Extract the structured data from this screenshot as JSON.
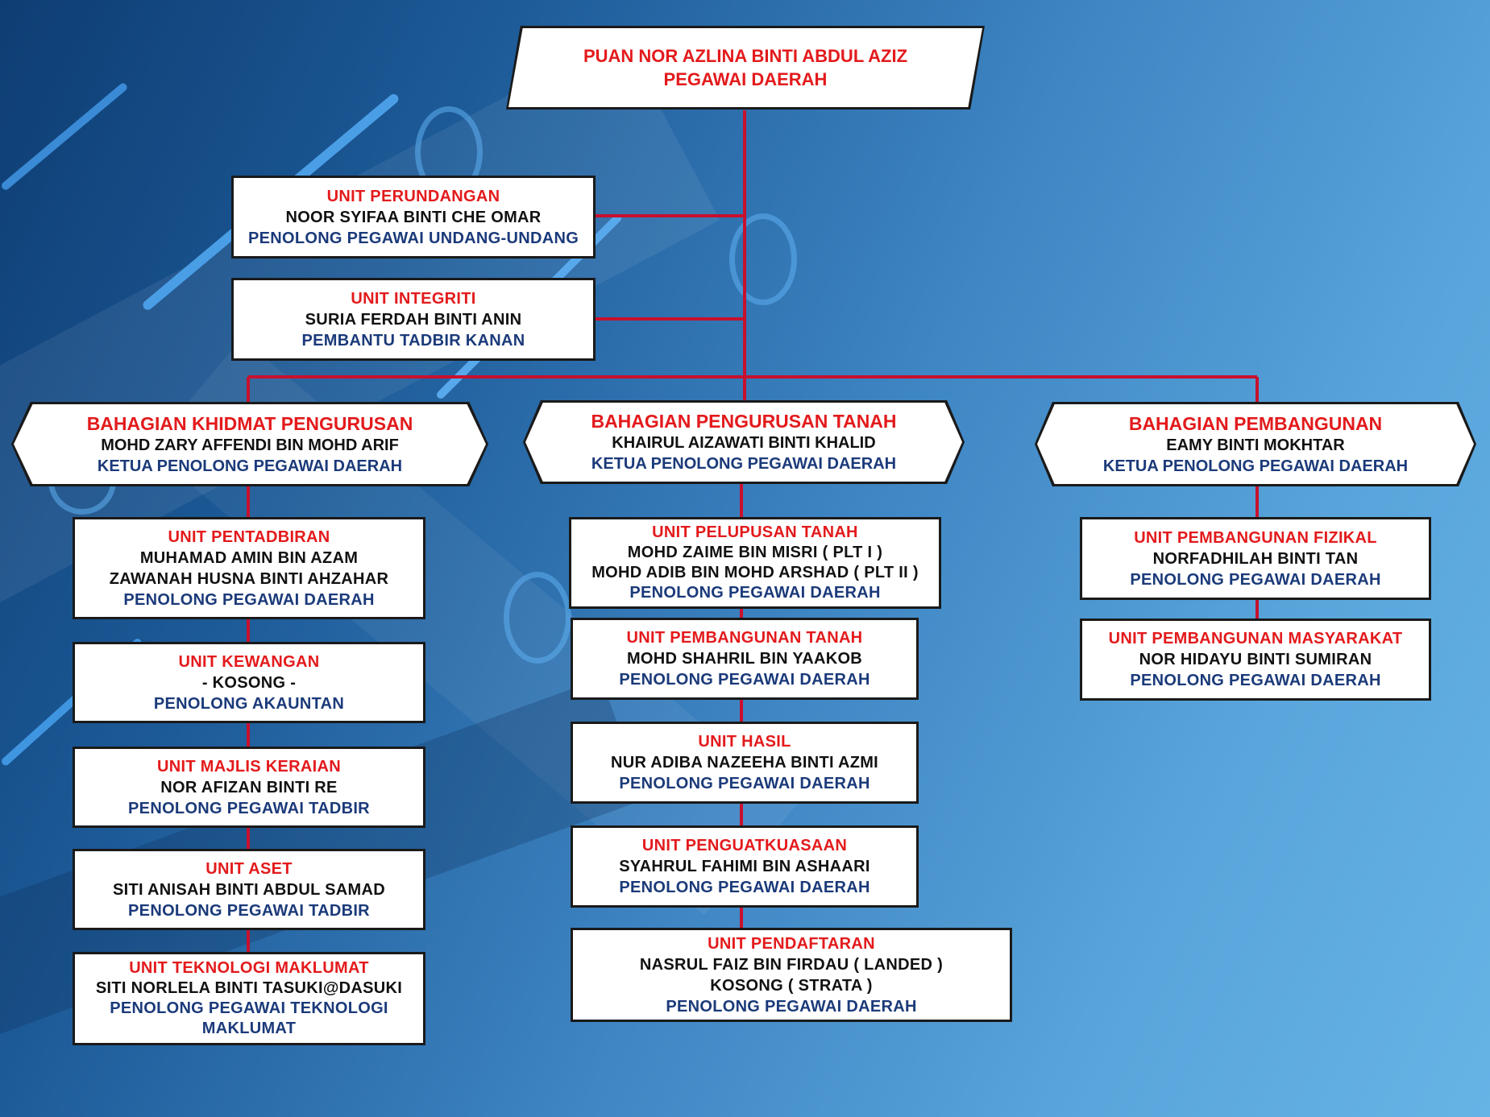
{
  "colors": {
    "unit_title": "#e31a1c",
    "name": "#111111",
    "position": "#1b3a7a",
    "connector": "#c8102e"
  },
  "head": {
    "name": "PUAN NOR AZLINA BINTI ABDUL AZIZ",
    "title": "PEGAWAI DAERAH"
  },
  "staff_units": [
    {
      "unit": "UNIT  PERUNDANGAN",
      "name": "NOOR SYIFAA BINTI CHE OMAR",
      "position": "PENOLONG  PEGAWAI UNDANG-UNDANG"
    },
    {
      "unit": "UNIT  INTEGRITI",
      "name": "SURIA  FERDAH  BINTI  ANIN",
      "position": "PEMBANTU  TADBIR  KANAN"
    }
  ],
  "divisions": [
    {
      "title": "BAHAGIAN KHIDMAT PENGURUSAN",
      "name": "MOHD ZARY AFFENDI BIN MOHD ARIF",
      "position": "KETUA PENOLONG  PEGAWAI DAERAH",
      "units": [
        {
          "unit": "UNIT  PENTADBIRAN",
          "names": [
            "MUHAMAD  AMIN  BIN  AZAM",
            "ZAWANAH  HUSNA  BINTI  AHZAHAR"
          ],
          "position": "PENOLONG  PEGAWAI DAERAH"
        },
        {
          "unit": "UNIT  KEWANGAN",
          "names": [
            "- KOSONG  -"
          ],
          "position": "PENOLONG  AKAUNTAN"
        },
        {
          "unit": "UNIT  MAJLIS  KERAIAN",
          "names": [
            "NOR  AFIZAN  BINTI  RE"
          ],
          "position": "PENOLONG  PEGAWAI  TADBIR"
        },
        {
          "unit": "UNIT  ASET",
          "names": [
            "SITI  ANISAH  BINTI  ABDUL  SAMAD"
          ],
          "position": "PENOLONG  PEGAWAI  TADBIR"
        },
        {
          "unit": "UNIT  TEKNOLOGI  MAKLUMAT",
          "names": [
            "SITI  NORLELA  BINTI  TASUKI@DASUKI"
          ],
          "position": "PENOLONG  PEGAWAI  TEKNOLOGI  MAKLUMAT"
        }
      ]
    },
    {
      "title": "BAHAGIAN PENGURUSAN TANAH",
      "name": "KHAIRUL  AIZAWATI  BINTI  KHALID",
      "position": "KETUA PENOLONG  PEGAWAI DAERAH",
      "units": [
        {
          "unit": "UNIT  PELUPUSAN  TANAH",
          "names": [
            "MOHD  ZAIME  BIN  MISRI  ( PLT I )",
            "MOHD  ADIB  BIN  MOHD  ARSHAD  ( PLT II )"
          ],
          "position": "PENOLONG  PEGAWAI  DAERAH"
        },
        {
          "unit": "UNIT  PEMBANGUNAN  TANAH",
          "names": [
            "MOHD  SHAHRIL  BIN  YAAKOB"
          ],
          "position": "PENOLONG  PEGAWAI  DAERAH"
        },
        {
          "unit": "UNIT  HASIL",
          "names": [
            "NUR  ADIBA  NAZEEHA  BINTI  AZMI"
          ],
          "position": "PENOLONG  PEGAWAI  DAERAH"
        },
        {
          "unit": "UNIT  PENGUATKUASAAN",
          "names": [
            "SYAHRUL  FAHIMI  BIN  ASHAARI"
          ],
          "position": "PENOLONG  PEGAWAI  DAERAH"
        },
        {
          "unit": "UNIT  PENDAFTARAN",
          "names": [
            "NASRUL  FAIZ  BIN  FIRDAU  ( LANDED )",
            "KOSONG  ( STRATA )"
          ],
          "position": "PENOLONG  PEGAWAI  DAERAH"
        }
      ]
    },
    {
      "title": "BAHAGIAN PEMBANGUNAN",
      "name": "EAMY  BINTI  MOKHTAR",
      "position": "KETUA PENOLONG  PEGAWAI DAERAH",
      "units": [
        {
          "unit": "UNIT  PEMBANGUNAN  FIZIKAL",
          "names": [
            "NORFADHILAH  BINTI  TAN"
          ],
          "position": "PENOLONG  PEGAWAI  DAERAH"
        },
        {
          "unit": "UNIT  PEMBANGUNAN  MASYARAKAT",
          "names": [
            "NOR  HIDAYU  BINTI  SUMIRAN"
          ],
          "position": "PENOLONG  PEGAWAI  DAERAH"
        }
      ]
    }
  ]
}
